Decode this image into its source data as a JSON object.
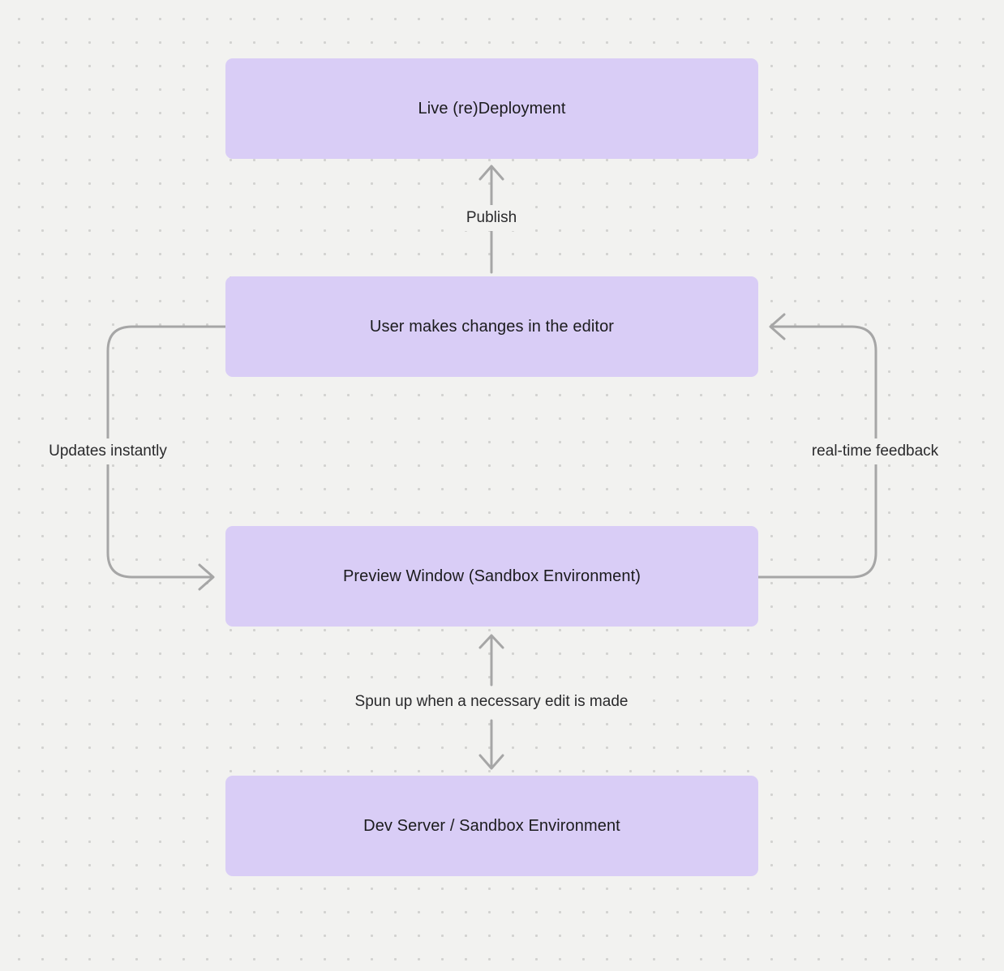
{
  "diagram": {
    "background": "#f2f2f0",
    "node_fill": "#d9cdf6",
    "arrow_color": "#a6a6a6",
    "nodes": [
      {
        "id": "live-redeployment",
        "label": "Live (re)Deployment"
      },
      {
        "id": "user-editor",
        "label": "User makes changes in the editor"
      },
      {
        "id": "preview-window",
        "label": "Preview Window (Sandbox Environment)"
      },
      {
        "id": "dev-server",
        "label": "Dev Server / Sandbox Environment"
      }
    ],
    "edges": [
      {
        "label": "Publish",
        "from": "user-editor",
        "to": "live-redeployment",
        "direction": "up"
      },
      {
        "label": "Updates instantly",
        "from": "user-editor",
        "to": "preview-window",
        "direction": "left-loop"
      },
      {
        "label": "real-time feedback",
        "from": "preview-window",
        "to": "user-editor",
        "direction": "right-loop"
      },
      {
        "label": "Spun up when a necessary edit is made",
        "from": "preview-window",
        "to": "dev-server",
        "direction": "bidirectional"
      }
    ]
  }
}
